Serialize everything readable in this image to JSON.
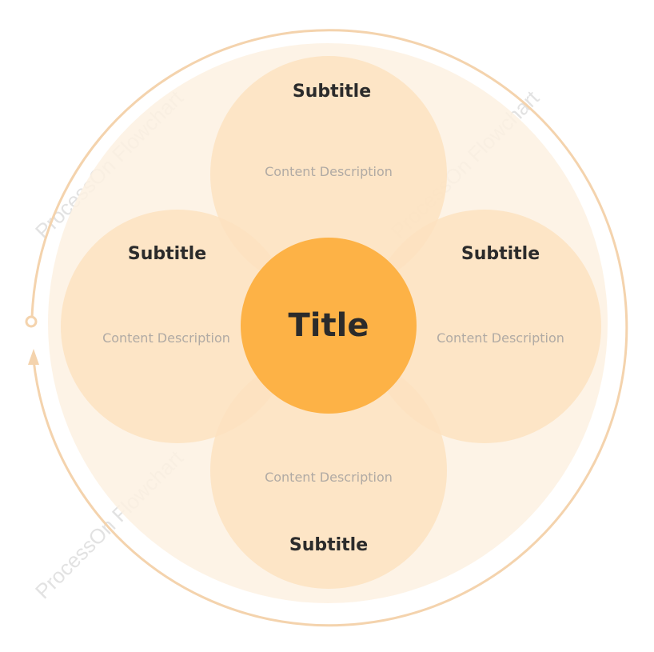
{
  "watermark": {
    "text_top_left": "ProcessOn Flowchart",
    "text_top_right": "ProcessOn Flowchart",
    "text_bottom_left": "ProcessOn Flowchart"
  },
  "diagram": {
    "center": {
      "title": "Title"
    },
    "petals": [
      {
        "position": "top",
        "subtitle": "Subtitle",
        "description": "Content Description"
      },
      {
        "position": "left",
        "subtitle": "Subtitle",
        "description": "Content Description"
      },
      {
        "position": "right",
        "subtitle": "Subtitle",
        "description": "Content Description"
      },
      {
        "position": "bottom",
        "subtitle": "Subtitle",
        "description": "Content Description"
      }
    ]
  },
  "colors": {
    "outer_fill": "#fdf1e2",
    "ring_stroke": "#f4d3ad",
    "petal_fill": "#fce3c0",
    "petal_overlap": "#f9d6a8",
    "center_fill": "#fdb246",
    "text_dark": "#2b2b2b",
    "text_muted": "#b0aaa4"
  }
}
